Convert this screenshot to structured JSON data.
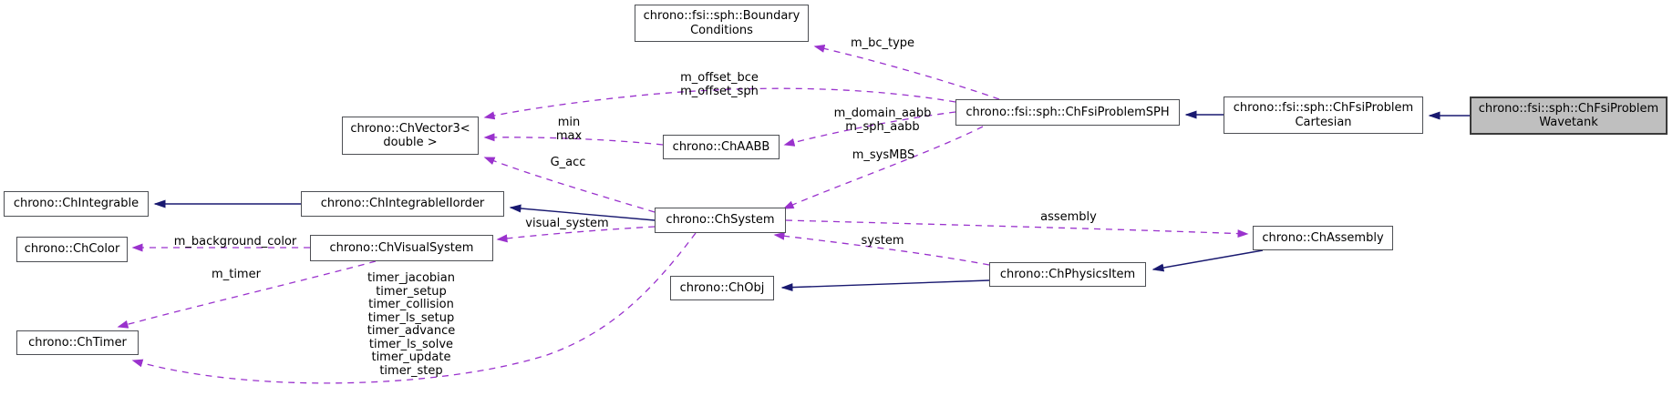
{
  "diagram": {
    "title": "Collaboration graph for chrono::fsi::sph::ChFsiProblemWavetank",
    "colors": {
      "background": "#ffffff",
      "node_fill": "#ffffff",
      "node_border": "#4d4f54",
      "selected_node_fill": "#bfbfbf",
      "dashed_edge": "#9a32cd",
      "solid_edge": "#191970",
      "text": "#000000"
    },
    "nodes": {
      "boundary_conditions": {
        "label": "chrono::fsi::sph::Boundary\nConditions"
      },
      "chvector3": {
        "label": "chrono::ChVector3<\ndouble >"
      },
      "chaabb": {
        "label": "chrono::ChAABB"
      },
      "chfsiproblemsph": {
        "label": "chrono::fsi::sph::ChFsiProblemSPH"
      },
      "chfsiproblemcartesian": {
        "label": "chrono::fsi::sph::ChFsiProblem\nCartesian"
      },
      "chfsiproblemwavetank": {
        "label": "chrono::fsi::sph::ChFsiProblem\nWavetank"
      },
      "chintegrable": {
        "label": "chrono::ChIntegrable"
      },
      "chintegrableiiorder": {
        "label": "chrono::ChIntegrableIIorder"
      },
      "chsystem": {
        "label": "chrono::ChSystem"
      },
      "chcolor": {
        "label": "chrono::ChColor"
      },
      "chvisualsystem": {
        "label": "chrono::ChVisualSystem"
      },
      "chassembly": {
        "label": "chrono::ChAssembly"
      },
      "chphysicsitem": {
        "label": "chrono::ChPhysicsItem"
      },
      "chobj": {
        "label": "chrono::ChObj"
      },
      "chtimer": {
        "label": "chrono::ChTimer"
      }
    },
    "edge_labels": {
      "m_bc_type": "m_bc_type",
      "m_offsets": "m_offset_bce\nm_offset_sph",
      "min_max": "min\nmax",
      "g_acc": "G_acc",
      "m_aabbs": "m_domain_aabb\nm_sph_aabb",
      "m_sysmbs": "m_sysMBS",
      "visual_system": "visual_system",
      "assembly": "assembly",
      "system": "system",
      "m_background_color": "m_background_color",
      "m_timer": "m_timer",
      "timers": "timer_jacobian\ntimer_setup\ntimer_collision\ntimer_ls_setup\ntimer_advance\ntimer_ls_solve\ntimer_update\ntimer_step"
    },
    "edges": [
      {
        "from": "chfsiproblemsph",
        "to": "boundary_conditions",
        "label": "m_bc_type",
        "style": "dashed"
      },
      {
        "from": "chfsiproblemsph",
        "to": "chvector3",
        "label": "m_offset_bce, m_offset_sph",
        "style": "dashed"
      },
      {
        "from": "chaabb",
        "to": "chvector3",
        "label": "min, max",
        "style": "dashed"
      },
      {
        "from": "chfsiproblemsph",
        "to": "chaabb",
        "label": "m_domain_aabb, m_sph_aabb",
        "style": "dashed"
      },
      {
        "from": "chfsiproblemsph",
        "to": "chsystem",
        "label": "m_sysMBS",
        "style": "dashed"
      },
      {
        "from": "chsystem",
        "to": "chvector3",
        "label": "G_acc",
        "style": "dashed"
      },
      {
        "from": "chsystem",
        "to": "chvisualsystem",
        "label": "visual_system",
        "style": "dashed"
      },
      {
        "from": "chvisualsystem",
        "to": "chcolor",
        "label": "m_background_color",
        "style": "dashed"
      },
      {
        "from": "chvisualsystem",
        "to": "chtimer",
        "label": "m_timer",
        "style": "dashed"
      },
      {
        "from": "chsystem",
        "to": "chtimer",
        "label": "timer_jacobian, timer_setup, timer_collision, timer_ls_setup, timer_advance, timer_ls_solve, timer_update, timer_step",
        "style": "dashed"
      },
      {
        "from": "chsystem",
        "to": "chassembly",
        "label": "assembly",
        "style": "dashed"
      },
      {
        "from": "chphysicsitem",
        "to": "chsystem",
        "label": "system",
        "style": "dashed"
      },
      {
        "from": "chfsiproblemcartesian",
        "to": "chfsiproblemsph",
        "label": "",
        "style": "solid-inheritance"
      },
      {
        "from": "chfsiproblemwavetank",
        "to": "chfsiproblemcartesian",
        "label": "",
        "style": "solid-inheritance"
      },
      {
        "from": "chsystem",
        "to": "chintegrableiiorder",
        "label": "",
        "style": "solid-inheritance"
      },
      {
        "from": "chintegrableiiorder",
        "to": "chintegrable",
        "label": "",
        "style": "solid-inheritance"
      },
      {
        "from": "chphysicsitem",
        "to": "chobj",
        "label": "",
        "style": "solid-inheritance"
      },
      {
        "from": "chassembly",
        "to": "chphysicsitem",
        "label": "",
        "style": "solid-inheritance"
      }
    ]
  }
}
